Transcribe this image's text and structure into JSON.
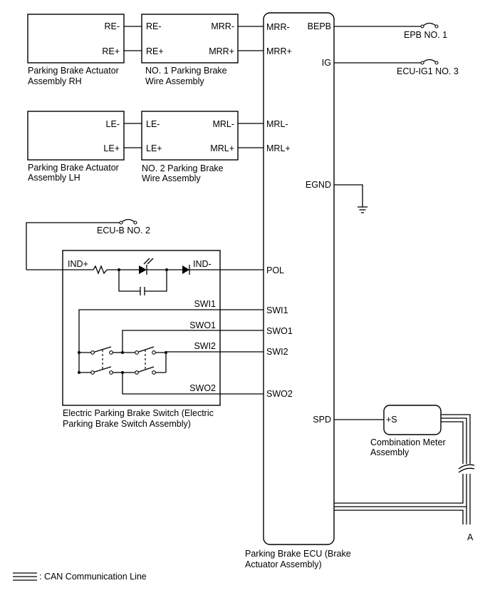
{
  "rh_actuator": {
    "pin_minus": "RE-",
    "pin_plus": "RE+",
    "label_1": "Parking Brake Actuator",
    "label_2": "Assembly RH"
  },
  "lh_actuator": {
    "pin_minus": "LE-",
    "pin_plus": "LE+",
    "label_1": "Parking Brake Actuator",
    "label_2": "Assembly LH"
  },
  "wire_no1": {
    "left_minus": "RE-",
    "left_plus": "RE+",
    "right_minus": "MRR-",
    "right_plus": "MRR+",
    "label_1": "NO. 1 Parking Brake",
    "label_2": "Wire Assembly"
  },
  "wire_no2": {
    "left_minus": "LE-",
    "left_plus": "LE+",
    "right_minus": "MRL-",
    "right_plus": "MRL+",
    "label_1": "NO. 2 Parking Brake",
    "label_2": "Wire Assembly"
  },
  "ecu": {
    "pins_left": [
      "MRR-",
      "MRR+",
      "MRL-",
      "MRL+",
      "POL",
      "SWI1",
      "SWO1",
      "SWI2",
      "SWO2"
    ],
    "pins_right": [
      "BEPB",
      "IG",
      "EGND",
      "SPD"
    ],
    "label_1": "Parking Brake ECU (Brake",
    "label_2": "Actuator Assembly)"
  },
  "fuses": {
    "epb": "EPB NO. 1",
    "ig": "ECU-IG1 NO. 3",
    "ecu_b": "ECU-B NO. 2"
  },
  "switch": {
    "ind_plus": "IND+",
    "ind_minus": "IND-",
    "pins": [
      "SWI1",
      "SWO1",
      "SWI2",
      "SWO2"
    ],
    "label_1": "Electric Parking Brake Switch (Electric",
    "label_2": "Parking Brake Switch Assembly)"
  },
  "meter": {
    "pin": "+S",
    "label_1": "Combination Meter",
    "label_2": "Assembly"
  },
  "connector_a": "A",
  "legend": {
    "text": ": CAN Communication Line"
  }
}
